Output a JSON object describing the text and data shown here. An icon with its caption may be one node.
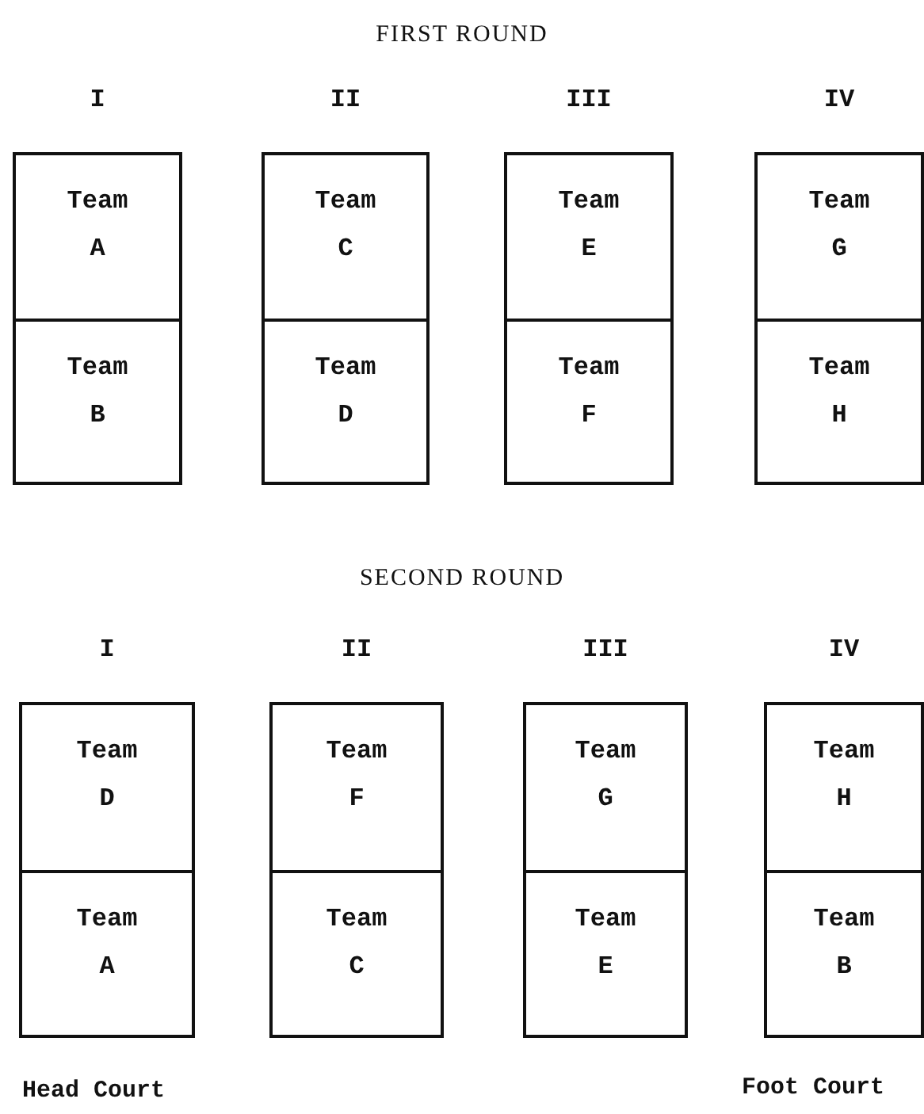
{
  "diagram": {
    "nodes": [
      {
        "text": [
          "I"
        ]
      },
      {
        "text": [
          "Team A"
        ],
        "in": 0
      },
      {
        "text": [
          "Team B"
        ],
        "in": 0
      },
      {
        "text": [
          "II"
        ]
      },
      {
        "text": [
          "Team C"
        ],
        "in": 3
      },
      {
        "text": [
          "Team D"
        ],
        "in": 3
      },
      {
        "text": [
          "III"
        ]
      },
      {
        "text": [
          "Team E"
        ],
        "in": 6
      },
      {
        "text": [
          "Team F"
        ],
        "in": 6
      },
      {
        "text": [
          "IV"
        ]
      },
      {
        "text": [
          "Team G"
        ],
        "in": 9
      },
      {
        "text": [
          "Team H"
        ],
        "in": 9
      },
      {
        "text": [
          "I"
        ]
      },
      {
        "text": [
          "Team D"
        ],
        "in": 12
      },
      {
        "text": [
          "Team A"
        ],
        "in": 12
      },
      {
        "text": [
          "II"
        ]
      },
      {
        "text": [
          "Team F"
        ],
        "in": 15
      },
      {
        "text": [
          "Team C"
        ],
        "in": 15
      },
      {
        "text": [
          "III"
        ]
      },
      {
        "text": [
          "Team G"
        ],
        "in": 18
      },
      {
        "text": [
          "Team E"
        ],
        "in": 18
      },
      {
        "text": [
          "IV"
        ]
      },
      {
        "text": [
          "Team H"
        ],
        "in": 21
      },
      {
        "text": [
          "Team B"
        ],
        "in": 21
      }
    ],
    "edges": [],
    "labels": [
      "FIRST ROUND",
      "SECOND ROUND",
      "Head Court",
      "Foot Court"
    ]
  }
}
